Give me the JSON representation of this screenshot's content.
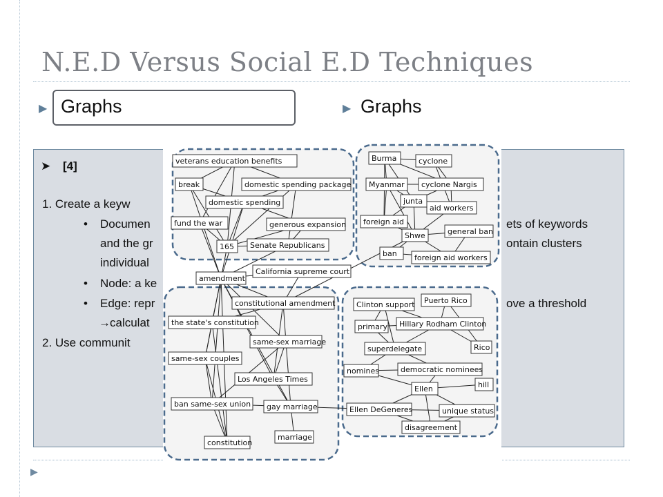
{
  "slide": {
    "title": "N.E.D Versus Social E.D Techniques",
    "left_heading": "Graphs",
    "right_heading": "Graphs",
    "citation": "[4]",
    "lines": [
      "1.  Create a keyw",
      "Documen",
      "and the gr",
      "individual",
      "Node: a ke",
      "Edge: repr",
      "calculat",
      "2.  Use communit"
    ],
    "right_fragments": [
      "ets of keywords",
      "ontain clusters",
      "ove a threshold"
    ],
    "nav_icon": "triangle-right-icon"
  },
  "graph": {
    "nodes": [
      {
        "id": "n1",
        "label": "veterans education benefits"
      },
      {
        "id": "n2",
        "label": "break"
      },
      {
        "id": "n3",
        "label": "domestic spending package"
      },
      {
        "id": "n4",
        "label": "domestic spending"
      },
      {
        "id": "n5",
        "label": "fund the war"
      },
      {
        "id": "n6",
        "label": "generous expansion"
      },
      {
        "id": "n7",
        "label": "165"
      },
      {
        "id": "n8",
        "label": "Senate Republicans"
      },
      {
        "id": "n9",
        "label": "amendment"
      },
      {
        "id": "n10",
        "label": "California supreme court"
      },
      {
        "id": "n11",
        "label": "constitutional amendment"
      },
      {
        "id": "n12",
        "label": "the state's constitution"
      },
      {
        "id": "n13",
        "label": "same-sex marriage"
      },
      {
        "id": "n14",
        "label": "same-sex couples"
      },
      {
        "id": "n15",
        "label": "Los Angeles Times"
      },
      {
        "id": "n16",
        "label": "ban same-sex union"
      },
      {
        "id": "n17",
        "label": "gay marriage"
      },
      {
        "id": "n18",
        "label": "constitution"
      },
      {
        "id": "n19",
        "label": "marriage"
      },
      {
        "id": "n20",
        "label": "Burma"
      },
      {
        "id": "n21",
        "label": "cyclone"
      },
      {
        "id": "n22",
        "label": "Myanmar"
      },
      {
        "id": "n23",
        "label": "cyclone Nargis"
      },
      {
        "id": "n24",
        "label": "junta"
      },
      {
        "id": "n25",
        "label": "aid workers"
      },
      {
        "id": "n26",
        "label": "foreign aid"
      },
      {
        "id": "n27",
        "label": "Shwe"
      },
      {
        "id": "n28",
        "label": "general ban"
      },
      {
        "id": "n29",
        "label": "ban"
      },
      {
        "id": "n30",
        "label": "foreign aid workers"
      },
      {
        "id": "n31",
        "label": "Clinton support"
      },
      {
        "id": "n32",
        "label": "Puerto Rico"
      },
      {
        "id": "n33",
        "label": "primary"
      },
      {
        "id": "n34",
        "label": "Hillary Rodham Clinton"
      },
      {
        "id": "n35",
        "label": "superdelegate"
      },
      {
        "id": "n36",
        "label": "Rico"
      },
      {
        "id": "n37",
        "label": "nomines"
      },
      {
        "id": "n38",
        "label": "democratic nominees"
      },
      {
        "id": "n39",
        "label": "Ellen"
      },
      {
        "id": "n40",
        "label": "hill"
      },
      {
        "id": "n41",
        "label": "Ellen DeGeneres"
      },
      {
        "id": "n42",
        "label": "unique status"
      },
      {
        "id": "n43",
        "label": "disagreement"
      }
    ],
    "edges": [
      [
        "n1",
        "n2"
      ],
      [
        "n1",
        "n7"
      ],
      [
        "n1",
        "n5"
      ],
      [
        "n1",
        "n3"
      ],
      [
        "n2",
        "n4"
      ],
      [
        "n2",
        "n7"
      ],
      [
        "n2",
        "n9"
      ],
      [
        "n3",
        "n7"
      ],
      [
        "n3",
        "n4"
      ],
      [
        "n3",
        "n8"
      ],
      [
        "n4",
        "n7"
      ],
      [
        "n4",
        "n6"
      ],
      [
        "n4",
        "n9"
      ],
      [
        "n5",
        "n7"
      ],
      [
        "n5",
        "n9"
      ],
      [
        "n6",
        "n7"
      ],
      [
        "n6",
        "n8"
      ],
      [
        "n7",
        "n8"
      ],
      [
        "n7",
        "n9"
      ],
      [
        "n8",
        "n9"
      ],
      [
        "n9",
        "n10"
      ],
      [
        "n9",
        "n11"
      ],
      [
        "n9",
        "n12"
      ],
      [
        "n9",
        "n13"
      ],
      [
        "n9",
        "n14"
      ],
      [
        "n9",
        "n16"
      ],
      [
        "n9",
        "n18"
      ],
      [
        "n9",
        "n15"
      ],
      [
        "n9",
        "n17"
      ],
      [
        "n10",
        "n11"
      ],
      [
        "n11",
        "n12"
      ],
      [
        "n11",
        "n13"
      ],
      [
        "n11",
        "n15"
      ],
      [
        "n11",
        "n27"
      ],
      [
        "n12",
        "n14"
      ],
      [
        "n12",
        "n18"
      ],
      [
        "n13",
        "n15"
      ],
      [
        "n13",
        "n16"
      ],
      [
        "n13",
        "n17"
      ],
      [
        "n14",
        "n16"
      ],
      [
        "n14",
        "n18"
      ],
      [
        "n15",
        "n17"
      ],
      [
        "n16",
        "n18"
      ],
      [
        "n16",
        "n17"
      ],
      [
        "n17",
        "n19"
      ],
      [
        "n17",
        "n41"
      ],
      [
        "n20",
        "n22"
      ],
      [
        "n20",
        "n21"
      ],
      [
        "n20",
        "n23"
      ],
      [
        "n20",
        "n24"
      ],
      [
        "n20",
        "n26"
      ],
      [
        "n21",
        "n23"
      ],
      [
        "n21",
        "n25"
      ],
      [
        "n22",
        "n23"
      ],
      [
        "n22",
        "n24"
      ],
      [
        "n22",
        "n26"
      ],
      [
        "n22",
        "n27"
      ],
      [
        "n23",
        "n24"
      ],
      [
        "n23",
        "n25"
      ],
      [
        "n24",
        "n25"
      ],
      [
        "n24",
        "n27"
      ],
      [
        "n24",
        "n26"
      ],
      [
        "n25",
        "n27"
      ],
      [
        "n26",
        "n27"
      ],
      [
        "n27",
        "n28"
      ],
      [
        "n27",
        "n29"
      ],
      [
        "n27",
        "n30"
      ],
      [
        "n28",
        "n30"
      ],
      [
        "n29",
        "n30"
      ],
      [
        "n31",
        "n34"
      ],
      [
        "n31",
        "n33"
      ],
      [
        "n31",
        "n35"
      ],
      [
        "n32",
        "n34"
      ],
      [
        "n32",
        "n36"
      ],
      [
        "n33",
        "n35"
      ],
      [
        "n33",
        "n34"
      ],
      [
        "n34",
        "n35"
      ],
      [
        "n34",
        "n36"
      ],
      [
        "n35",
        "n37"
      ],
      [
        "n35",
        "n38"
      ],
      [
        "n37",
        "n38"
      ],
      [
        "n37",
        "n39"
      ],
      [
        "n38",
        "n39"
      ],
      [
        "n39",
        "n40"
      ],
      [
        "n39",
        "n41"
      ],
      [
        "n39",
        "n42"
      ],
      [
        "n39",
        "n43"
      ],
      [
        "n41",
        "n42"
      ],
      [
        "n41",
        "n43"
      ],
      [
        "n42",
        "n43"
      ]
    ],
    "clusters": [
      {
        "id": "c1",
        "members": [
          "n1",
          "n2",
          "n3",
          "n4",
          "n5",
          "n6",
          "n7",
          "n8"
        ]
      },
      {
        "id": "c2",
        "members": [
          "n20",
          "n21",
          "n22",
          "n23",
          "n24",
          "n25",
          "n26",
          "n27",
          "n28",
          "n29",
          "n30"
        ]
      },
      {
        "id": "c3",
        "members": [
          "n12",
          "n13",
          "n14",
          "n15",
          "n16",
          "n17",
          "n18",
          "n19"
        ]
      },
      {
        "id": "c4",
        "members": [
          "n31",
          "n32",
          "n33",
          "n34",
          "n35",
          "n36",
          "n37",
          "n38",
          "n39",
          "n40",
          "n41",
          "n42",
          "n43"
        ]
      }
    ]
  }
}
